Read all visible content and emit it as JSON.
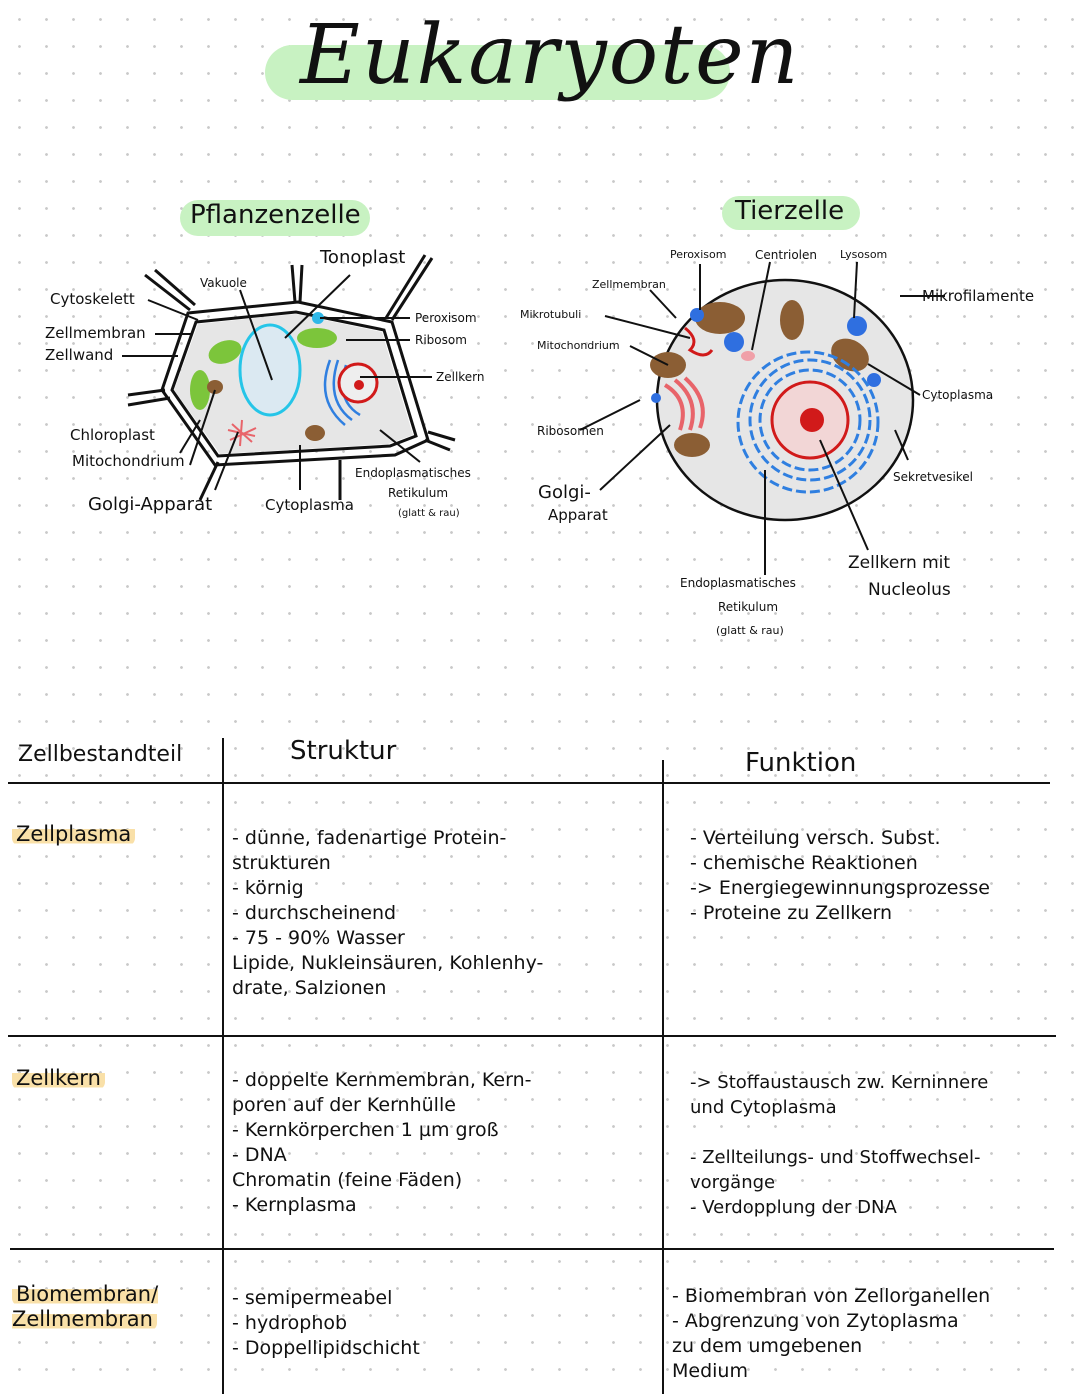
{
  "title": "Eukaryoten",
  "plant_cell": {
    "heading": "Pflanzenzelle",
    "labels": {
      "cytoskelett": "Cytoskelett",
      "zellmembran": "Zellmembran",
      "zellwand": "Zellwand",
      "vakuole": "Vakuole",
      "tonoplast": "Tonoplast",
      "peroxisom": "Peroxisom",
      "ribosom": "Ribosom",
      "zellkern": "Zellkern",
      "chloroplast": "Chloroplast",
      "mitochondrium": "Mitochondrium",
      "golgi": "Golgi-Apparat",
      "cytoplasma": "Cytoplasma",
      "er1": "Endoplasmatisches",
      "er2": "Retikulum",
      "er3": "(glatt & rau)"
    }
  },
  "animal_cell": {
    "heading": "Tierzelle",
    "labels": {
      "peroxisom": "Peroxisom",
      "centriolen": "Centriolen",
      "lysosom": "Lysosom",
      "zellmembran": "Zellmembran",
      "mikrotubuli": "Mikrotubuli",
      "mitochondrium": "Mitochondrium",
      "mikrofilamente": "Mikrofilamente",
      "cytoplasma": "Cytoplasma",
      "ribosomen": "Ribosomen",
      "golgi1": "Golgi-",
      "golgi2": "Apparat",
      "sekretvesikel": "Sekretvesikel",
      "zellkern1": "Zellkern mit",
      "zellkern2": "Nucleolus",
      "er1": "Endoplasmatisches",
      "er2": "Retikulum",
      "er3": "(glatt & rau)"
    }
  },
  "table": {
    "headers": [
      "Zellbestandteil",
      "Struktur",
      "Funktion"
    ],
    "rows": [
      {
        "name": "Zellplasma",
        "struktur": "- dünne, fadenartige Protein-\n  strukturen\n- körnig\n- durchscheinend\n- 75 - 90% Wasser\n  Lipide, Nukleinsäuren, Kohlenhy-\n  drate, Salzionen",
        "funktion": "- Verteilung versch. Subst.\n- chemische Reaktionen\n   -> Energiegewinnungsprozesse\n- Proteine zu Zellkern"
      },
      {
        "name": "Zellkern",
        "struktur": "- doppelte Kernmembran, Kern-\n  poren auf der Kernhülle\n- Kernkörperchen 1 µm groß\n- DNA\n  Chromatin (feine Fäden)\n- Kernplasma",
        "funktion": "-> Stoffaustausch zw. Kerninnere\n    und Cytoplasma\n\n- Zellteilungs- und Stoffwechsel-\n  vorgänge\n- Verdopplung der DNA"
      },
      {
        "name": "Biomembran/\nZellmembran",
        "struktur": "- semipermeabel\n- hydrophob\n- Doppellipidschicht",
        "funktion": "- Biomembran von Zellorganellen\n- Abgrenzung von Zytoplasma\n  zu dem umgebenen\n  Medium"
      }
    ]
  },
  "colors": {
    "highlight_green": "#c8f2c2",
    "highlight_yellow": "#f9e0a8",
    "cytoplasm": "#e6e6e6",
    "er": "#2f7fe0",
    "mito": "#8b5e34",
    "chloro": "#7cc53b",
    "golgi": "#e8646a",
    "nucleus": "#d11a1a"
  }
}
